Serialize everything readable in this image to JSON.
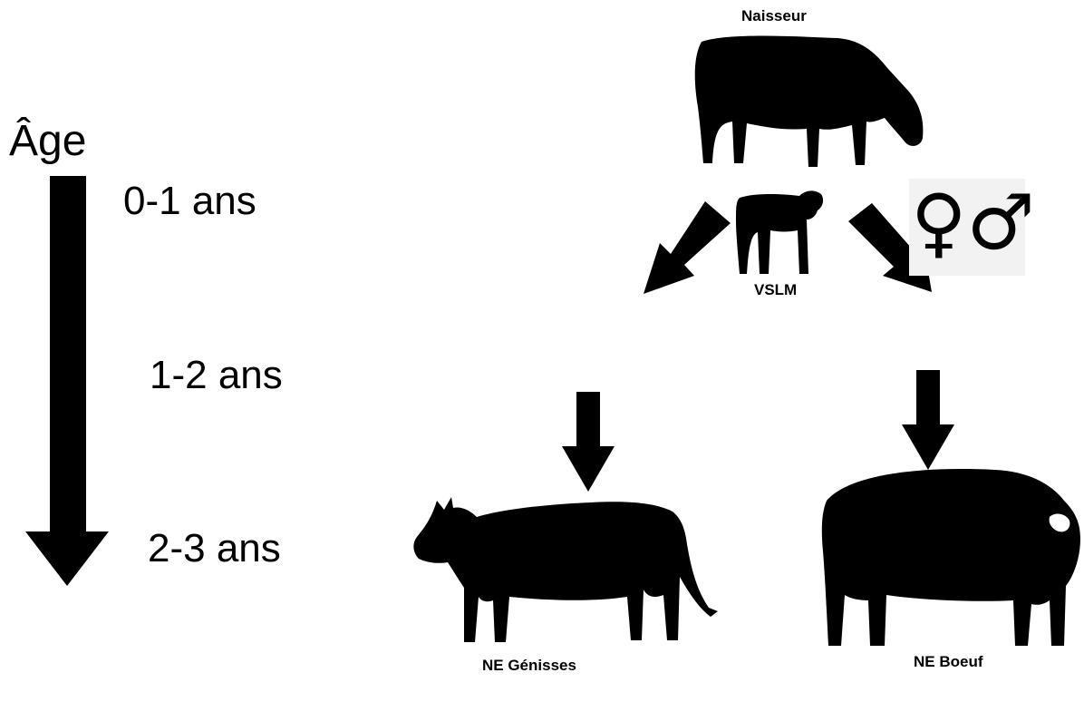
{
  "age_axis": {
    "title": "Âge",
    "ticks": [
      "0-1 ans",
      "1-2 ans",
      "2-3 ans"
    ]
  },
  "nodes": {
    "naisseur": "Naisseur",
    "vslm": "VSLM",
    "ne_genisses": "NE Génisses",
    "ne_boeuf": "NE Boeuf"
  },
  "gender_symbols": "♀♂",
  "icons": [
    "grazing-cow-icon",
    "calf-icon",
    "heifer-icon",
    "bull-icon",
    "gender-icon"
  ],
  "colors": {
    "silhouette": "#000000",
    "gender_background": "#f2f2f2"
  }
}
